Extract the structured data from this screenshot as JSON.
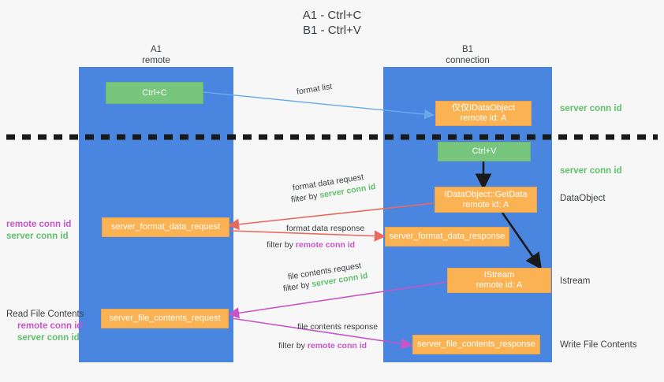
{
  "title": "A1 - Ctrl+C\nB1 - Ctrl+V",
  "lanes": [
    {
      "name": "A1",
      "sub": "remote",
      "head": "A1\nremote"
    },
    {
      "name": "B1",
      "sub": "connection",
      "head": "B1\nconnection"
    }
  ],
  "nodes": {
    "ctrl_c": "Ctrl+C",
    "ctrl_v": "Ctrl+V",
    "idataobject": "仅仅IDataObject\nremote id: A",
    "getdata": "IDataObject::GetData\nremote id: A",
    "istream": "IStream\nremote id: A",
    "server_format_data_request": "server_format_data_request",
    "server_format_data_response": "server_format_data_response",
    "server_file_contents_request": "server_file_contents_request",
    "server_file_contents_response": "server_file_contents_response"
  },
  "edge_labels": {
    "format_list": "format list",
    "format_data_request": "format data request",
    "format_data_request_filter_prefix": "filter by ",
    "format_data_request_filter_value": "server conn id",
    "format_data_response": "format data response",
    "format_data_response_filter_prefix": "filter by ",
    "format_data_response_filter_value": "remote conn id",
    "file_contents_request": "file contents request",
    "file_contents_request_filter_prefix": "filter by ",
    "file_contents_request_filter_value": "server conn id",
    "file_contents_response": "file contents response",
    "file_contents_response_filter_prefix": "filter by ",
    "file_contents_response_filter_value": "remote conn id"
  },
  "right_labels": {
    "server_conn_id_top": "server conn id",
    "server_conn_id_mid": "server conn id",
    "dataobject": "DataObject",
    "istream": "Istream",
    "write_file_contents": "Write File Contents"
  },
  "left_labels": {
    "remote_conn_id_1": "remote conn id",
    "server_conn_id_1": "server conn id",
    "read_file_contents": "Read File Contents",
    "remote_conn_id_2": "remote conn id",
    "server_conn_id_2": "server conn id"
  },
  "colors": {
    "lane": "#4a86e0",
    "green_node": "#78c57e",
    "orange_node": "#fbb252",
    "blue_arrow": "#6aa9e8",
    "red_arrow": "#e8695f",
    "magenta_arrow": "#c855c8",
    "black_arrow": "#1a1a1a",
    "green_text": "#5fbf6a",
    "magenta_text": "#c855c8",
    "background": "#f7f7f7"
  }
}
